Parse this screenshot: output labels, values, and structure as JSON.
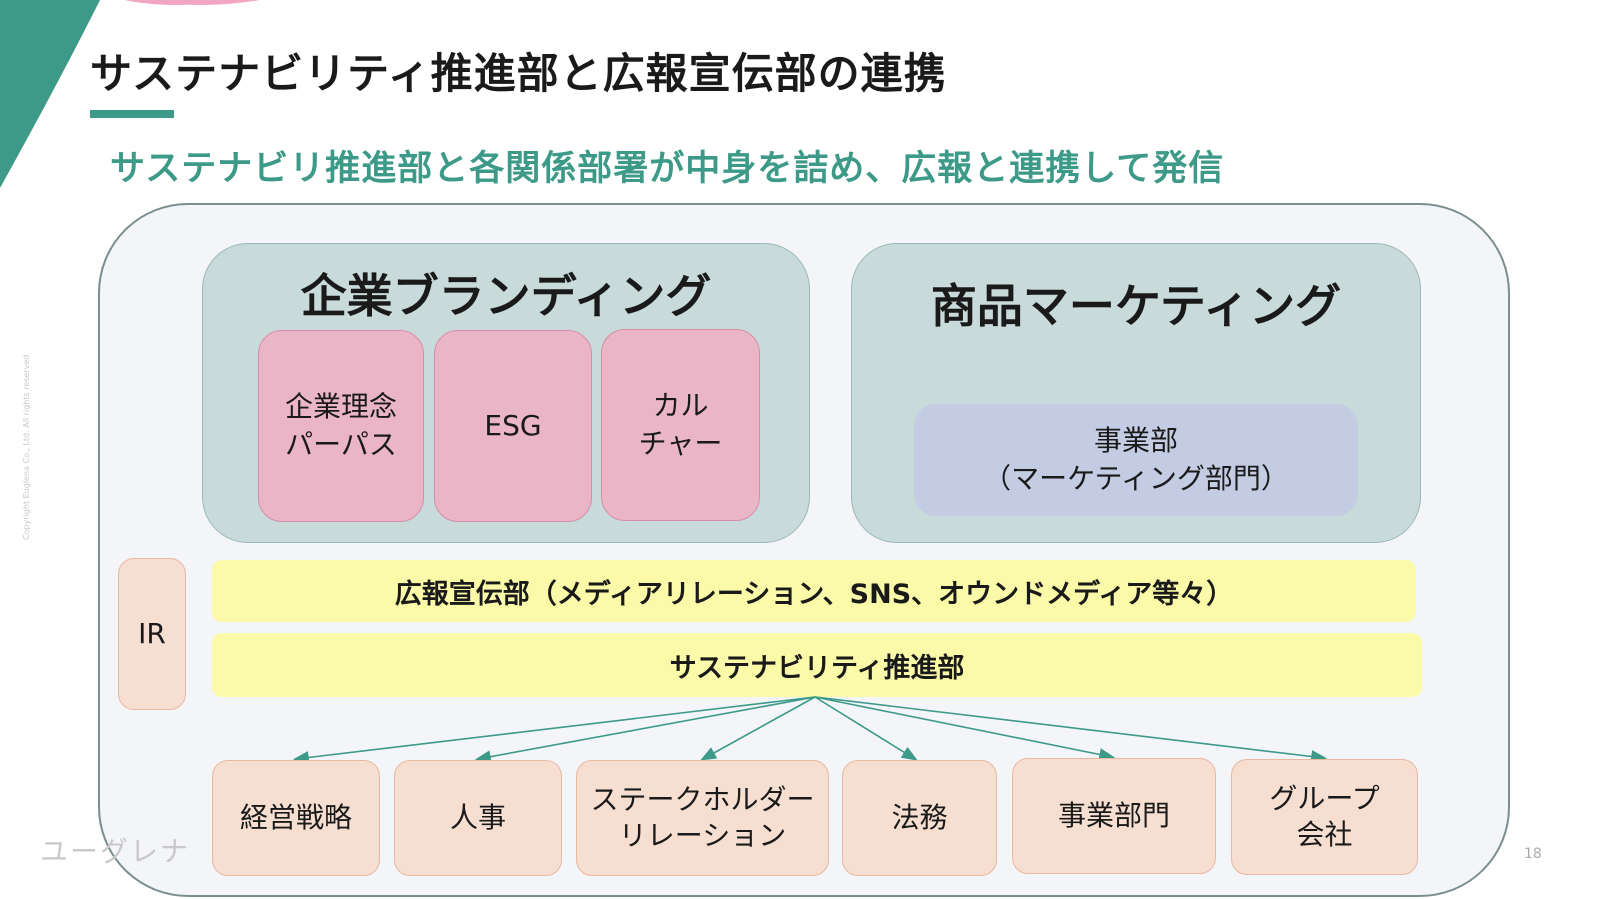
{
  "header": {
    "title": "サステナビリティ推進部と広報宣伝部の連携",
    "subtitle": "サステナビリ推進部と各関係部署が中身を詰め、広報と連携して発信"
  },
  "diagram": {
    "corporate_branding": {
      "title": "企業ブランディング",
      "items": [
        "企業理念\nパーパス",
        "ESG",
        "カル\nチャー"
      ]
    },
    "product_marketing": {
      "title": "商品マーケティング",
      "item": "事業部\n（マーケティング部門）"
    },
    "ir_label": "IR",
    "pr_bar": "広報宣伝部（メディアリレーション、SNS、オウンドメディア等々）",
    "sustainability_bar": "サステナビリティ推進部",
    "departments": [
      "経営戦略",
      "人事",
      "ステークホルダー\nリレーション",
      "法務",
      "事業部門",
      "グループ\n会社"
    ]
  },
  "footer": {
    "logo_text": "ユーグレナ",
    "page_number": "18",
    "copyright": "Copyright Euglena Co., Ltd. All rights reserved"
  },
  "colors": {
    "accent": "#3e9a88",
    "group_bg": "#c8dada",
    "pink": "#ebb5c8",
    "blue": "#c3cce2",
    "yellow": "#fbfaa8",
    "peach": "#f6dfd1",
    "decor_pink": "#f2a6c4"
  }
}
